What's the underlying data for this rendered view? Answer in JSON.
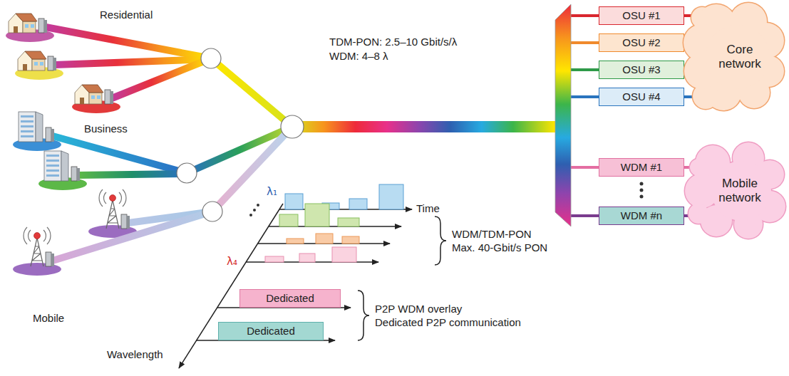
{
  "diagram": {
    "nodes": [
      {
        "text": [
          "OSU #1"
        ]
      },
      {
        "text": [
          "OSU #2"
        ]
      },
      {
        "text": [
          "OSU #3"
        ]
      },
      {
        "text": [
          "OSU #4"
        ]
      },
      {
        "text": [
          "Core network"
        ]
      },
      {
        "text": [
          "WDM #1"
        ]
      },
      {
        "text": [
          "WDM #n"
        ]
      },
      {
        "text": [
          "Mobile network"
        ]
      },
      {
        "text": [
          "Dedicated"
        ]
      },
      {
        "text": [
          "Dedicated"
        ]
      }
    ],
    "edges": [
      {
        "from": 0,
        "to": 4,
        "arrow": "none"
      },
      {
        "from": 1,
        "to": 4,
        "arrow": "none"
      },
      {
        "from": 2,
        "to": 4,
        "arrow": "none"
      },
      {
        "from": 3,
        "to": 4,
        "arrow": "none"
      },
      {
        "from": 5,
        "to": 7,
        "arrow": "none"
      },
      {
        "from": 6,
        "to": 7,
        "arrow": "none"
      }
    ],
    "labels": [
      "Residential",
      "Business",
      "Mobile",
      "TDM-PON: 2.5–10 Gbit/s/λ",
      "WDM: 4–8 λ",
      "Time",
      "λ₁",
      "λ₄",
      "WDM/TDM-PON",
      "Max. 40-Gbit/s PON",
      "Wavelength",
      "P2P WDM overlay",
      "Dedicated P2P communication"
    ]
  }
}
